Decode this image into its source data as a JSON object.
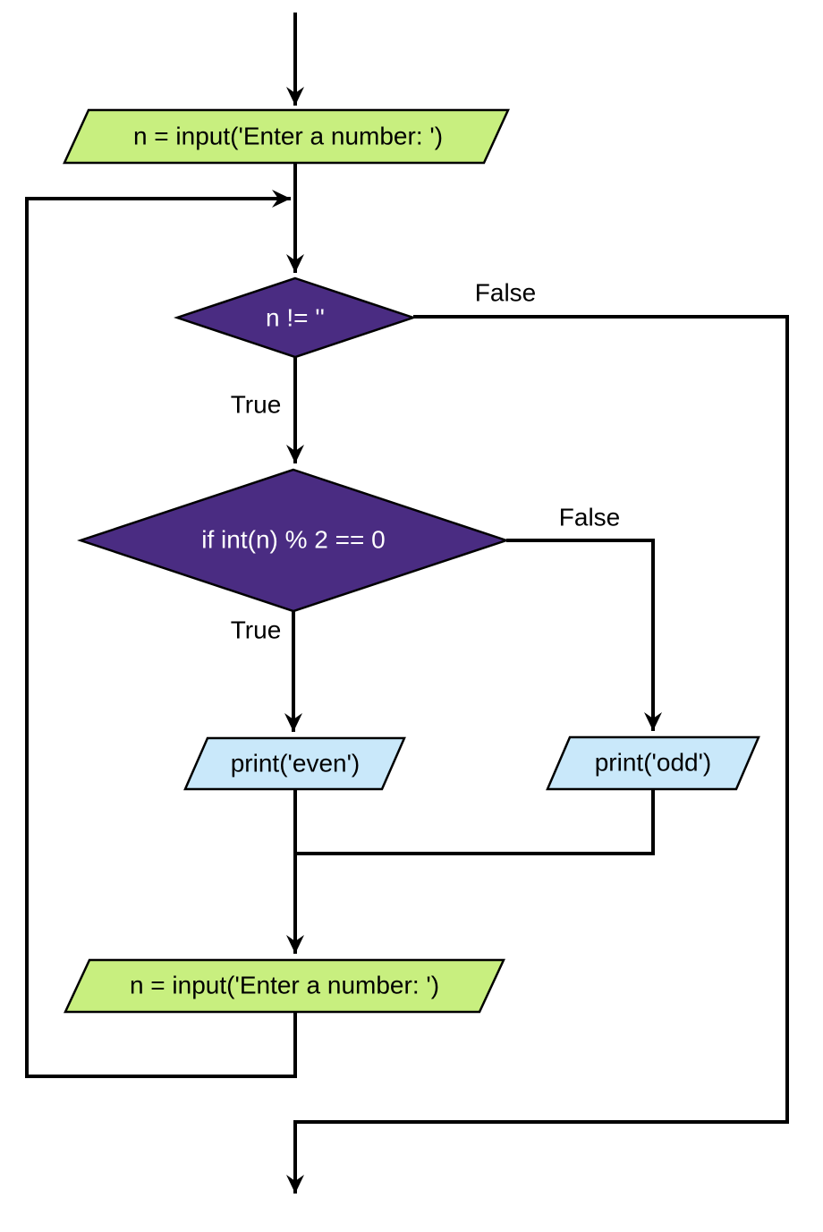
{
  "colors": {
    "process_green": "#c8ef7f",
    "decision_purple": "#4a2c82",
    "io_blue": "#c9e8fa",
    "line_black": "#000000"
  },
  "nodes": {
    "input_top": {
      "label": "n = input('Enter a number: ')"
    },
    "cond_not_empty": {
      "label": "n != ''"
    },
    "cond_even": {
      "label": "if int(n) % 2 == 0"
    },
    "print_even": {
      "label": "print('even')"
    },
    "print_odd": {
      "label": "print('odd')"
    },
    "input_bottom": {
      "label": "n = input('Enter a number: ')"
    }
  },
  "edge_labels": {
    "cond_not_empty_false": "False",
    "cond_not_empty_true": "True",
    "cond_even_false": "False",
    "cond_even_true": "True"
  }
}
